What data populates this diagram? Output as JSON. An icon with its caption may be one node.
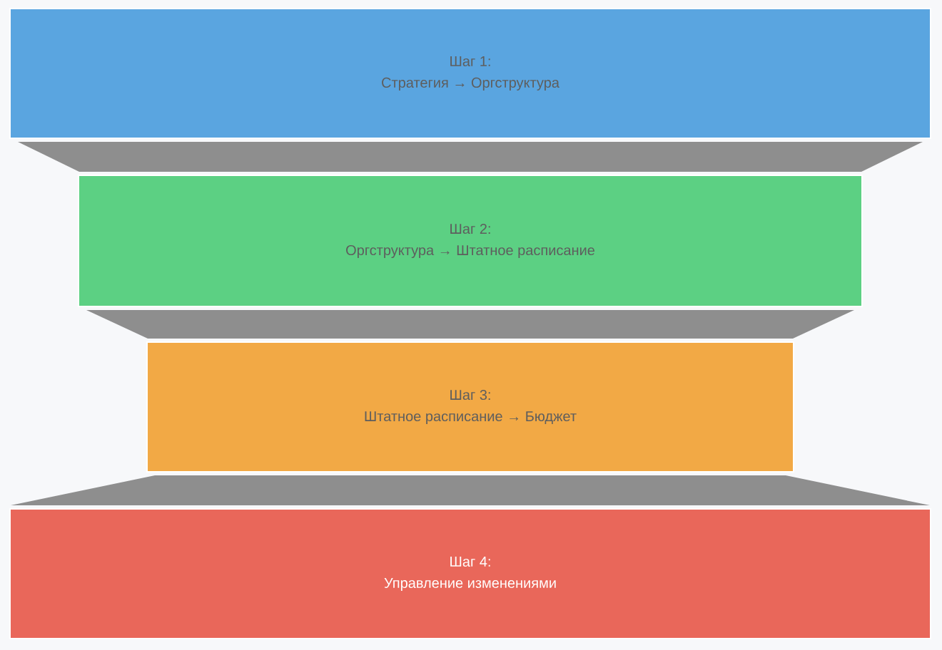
{
  "diagram": {
    "nodes": [
      {
        "text": [
          "Шаг 1:",
          "Стратегия → Оргструктура"
        ]
      },
      {
        "text": [
          "Шаг 2:",
          "Оргструктура → Штатное расписание"
        ]
      },
      {
        "text": [
          "Шаг 3:",
          "Штатное расписание → Бюджет"
        ]
      },
      {
        "text": [
          "Шаг 4:",
          "Управление изменениями"
        ]
      }
    ],
    "edges": [
      {
        "from": 0,
        "to": 1,
        "arrow": "none"
      },
      {
        "from": 1,
        "to": 2,
        "arrow": "none"
      },
      {
        "from": 2,
        "to": 3,
        "arrow": "none"
      }
    ]
  }
}
